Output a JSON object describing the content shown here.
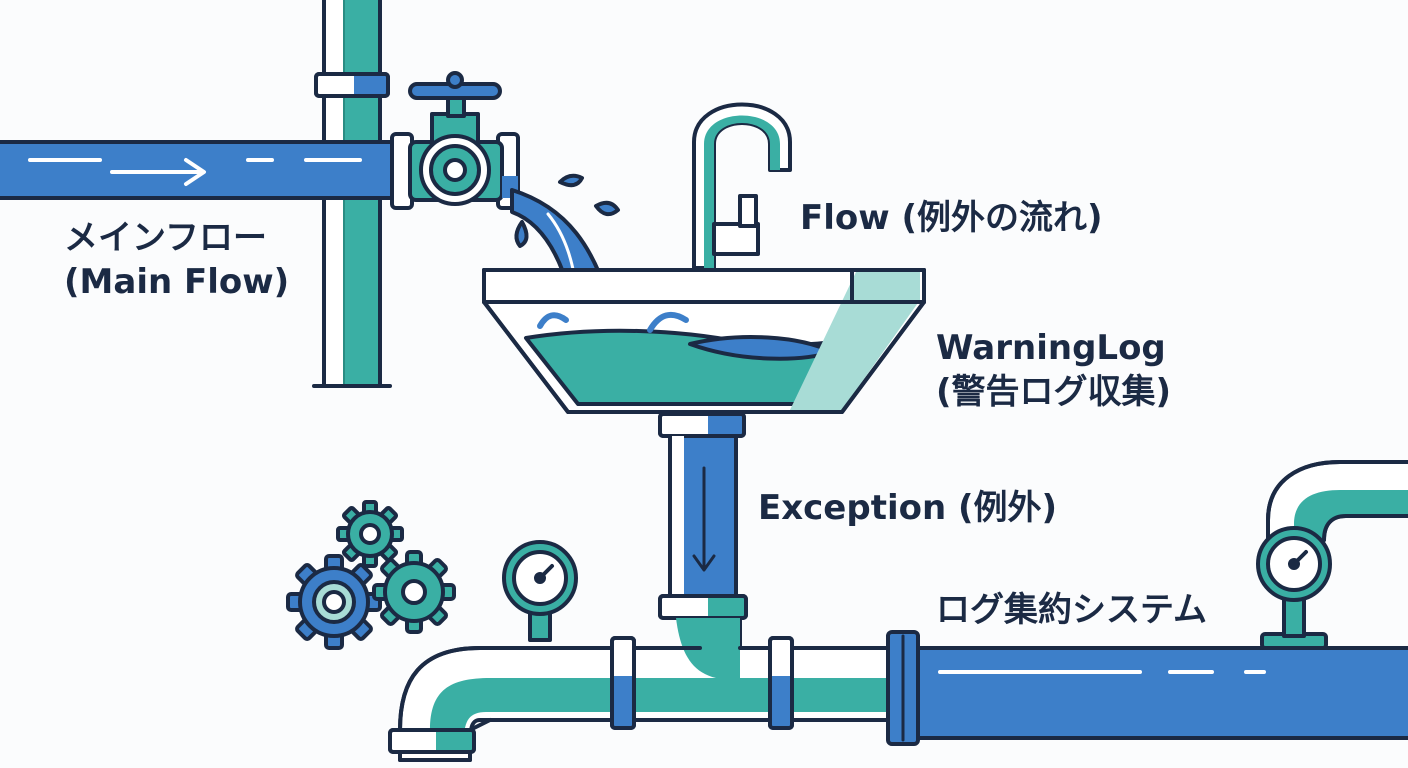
{
  "labels": {
    "main_flow_ja": "メインフロー",
    "main_flow_en": "(Main Flow)",
    "flow": "Flow (例外の流れ)",
    "warning_en": "WarningLog",
    "warning_ja": "(警告ログ収集)",
    "exception": "Exception (例外)",
    "log_system": "ログ集約システム"
  },
  "colors": {
    "outline": "#1b2a44",
    "blue": "#3d7fc9",
    "teal": "#3aafa4",
    "light_teal": "#a8dcd6",
    "white": "#ffffff",
    "background": "#fbfcfd"
  },
  "icons": [
    "valve-icon",
    "faucet-icon",
    "sink-icon",
    "gear-icon",
    "pressure-gauge-icon",
    "flow-arrow-icon"
  ]
}
